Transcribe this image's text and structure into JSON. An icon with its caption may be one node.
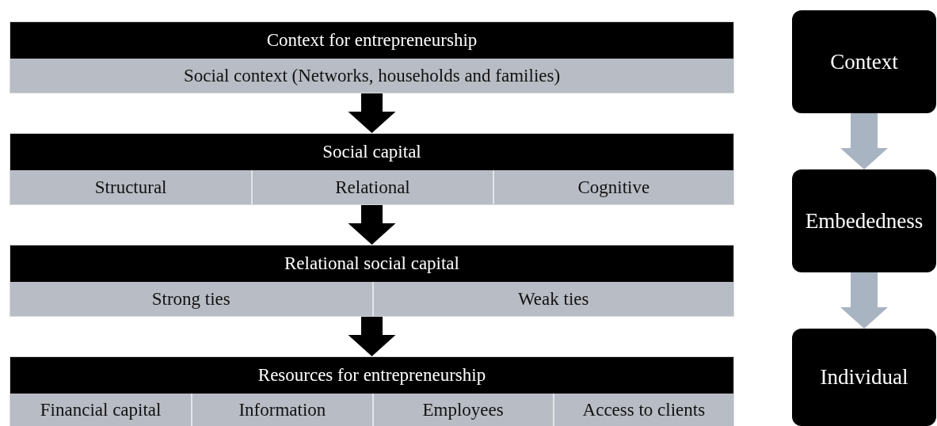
{
  "diagram": {
    "nodes": [
      {
        "text": [],
        "shape": "box"
      },
      {
        "text": [
          "Context for entrepreneurship"
        ],
        "in": 0
      },
      {
        "text": [
          "Social context (Networks, households and families)"
        ],
        "in": 0
      },
      {
        "text": [],
        "shape": "box"
      },
      {
        "text": [
          "Social capital"
        ],
        "in": 3
      },
      {
        "text": [
          "Structural"
        ],
        "in": 3
      },
      {
        "text": [
          "Relational"
        ],
        "in": 3
      },
      {
        "text": [
          "Cognitive"
        ],
        "in": 3
      },
      {
        "text": [],
        "shape": "box"
      },
      {
        "text": [
          "Relational social capital"
        ],
        "in": 8
      },
      {
        "text": [
          "Strong ties"
        ],
        "in": 8
      },
      {
        "text": [
          "Weak ties"
        ],
        "in": 8
      },
      {
        "text": [],
        "shape": "box"
      },
      {
        "text": [
          "Resources for entrepreneurship"
        ],
        "in": 12
      },
      {
        "text": [
          "Financial capital"
        ],
        "in": 12
      },
      {
        "text": [
          "Information"
        ],
        "in": 12
      },
      {
        "text": [
          "Employees"
        ],
        "in": 12
      },
      {
        "text": [
          "Access to clients"
        ],
        "in": 12
      },
      {
        "text": [
          "Context"
        ]
      },
      {
        "text": [
          "Embededness"
        ]
      },
      {
        "text": [
          "Individual"
        ]
      }
    ],
    "edges": [
      {
        "from": 0,
        "to": 3,
        "arrow": "to"
      },
      {
        "from": 3,
        "to": 8,
        "arrow": "to"
      },
      {
        "from": 8,
        "to": 12,
        "arrow": "to"
      },
      {
        "from": 18,
        "to": 19,
        "arrow": "to",
        "color": "#a9b4c2"
      },
      {
        "from": 19,
        "to": 20,
        "arrow": "to",
        "color": "#a9b4c2"
      }
    ]
  }
}
